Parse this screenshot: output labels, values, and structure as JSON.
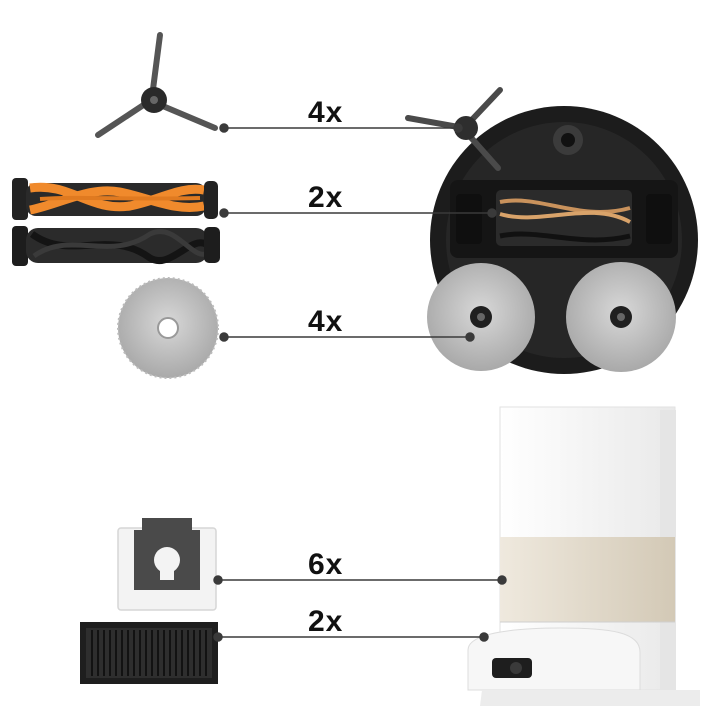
{
  "parts": [
    {
      "id": "side-brush",
      "quantity": "4x"
    },
    {
      "id": "main-brush",
      "quantity": "2x"
    },
    {
      "id": "mop-pad",
      "quantity": "4x"
    },
    {
      "id": "dust-bag",
      "quantity": "6x"
    },
    {
      "id": "hepa-filter",
      "quantity": "2x"
    }
  ],
  "colors": {
    "brush_orange": "#f08a2c",
    "robot_body": "#1c1c1c",
    "mop_grey": "#cfcfcf",
    "station_white": "#f4f4f4",
    "station_band": "#e4dccd"
  }
}
